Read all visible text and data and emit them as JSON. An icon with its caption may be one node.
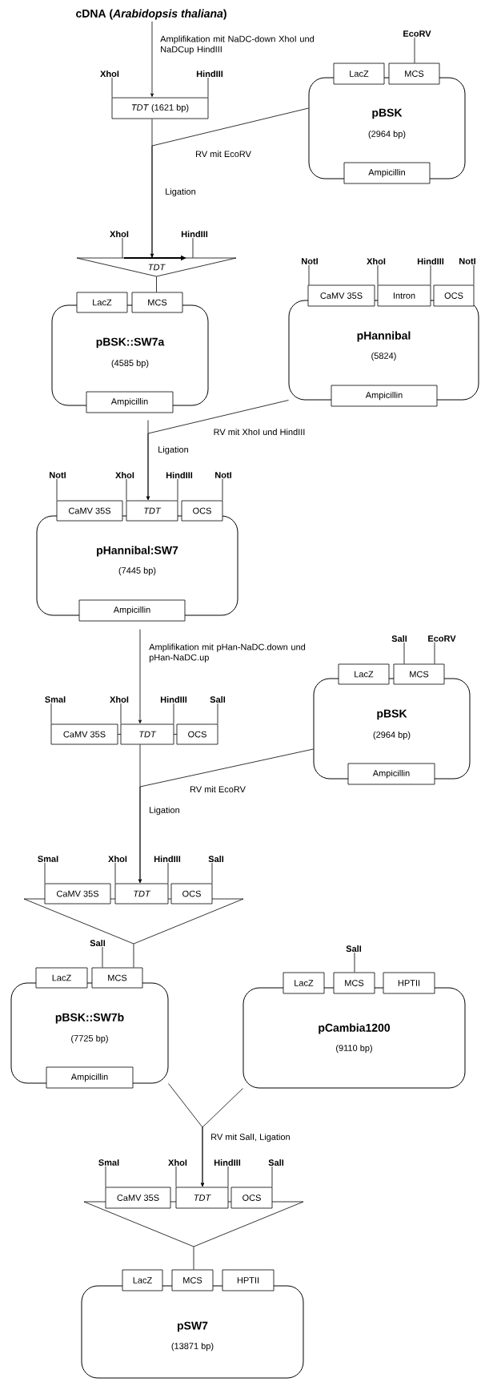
{
  "diagram": {
    "nodes": [
      {
        "text": [
          "cDNA (*Arabidopsis thaliana*)"
        ]
      },
      {
        "text": [
          "*TDT* (1621 bp)"
        ]
      },
      {
        "text": [
          "pBSK",
          "(2964 bp)"
        ]
      },
      {
        "text": [
          "LacZ"
        ]
      },
      {
        "text": [
          "MCS"
        ]
      },
      {
        "text": [
          "Ampicillin"
        ]
      },
      {
        "text": [
          "TDT"
        ]
      },
      {
        "text": [
          "pBSK::SW7a",
          "(4585 bp)"
        ]
      },
      {
        "text": [
          "LacZ"
        ]
      },
      {
        "text": [
          "MCS"
        ]
      },
      {
        "text": [
          "Ampicillin"
        ]
      },
      {
        "text": [
          "pHannibal",
          "(5824)"
        ]
      },
      {
        "text": [
          "CaMV 35S"
        ]
      },
      {
        "text": [
          "Intron"
        ]
      },
      {
        "text": [
          "OCS"
        ]
      },
      {
        "text": [
          "Ampicillin"
        ]
      },
      {
        "text": [
          "pHannibal:SW7",
          "(7445 bp)"
        ]
      },
      {
        "text": [
          "CaMV 35S"
        ]
      },
      {
        "text": [
          "TDT"
        ]
      },
      {
        "text": [
          "OCS"
        ]
      },
      {
        "text": [
          "Ampicillin"
        ]
      },
      {
        "text": [
          "CaMV 35S"
        ]
      },
      {
        "text": [
          "TDT"
        ]
      },
      {
        "text": [
          "OCS"
        ]
      },
      {
        "text": [
          "pBSK",
          "(2964 bp)"
        ]
      },
      {
        "text": [
          "LacZ"
        ]
      },
      {
        "text": [
          "MCS"
        ]
      },
      {
        "text": [
          "Ampicillin"
        ]
      },
      {
        "text": [],
        "shape": "triangle"
      },
      {
        "text": [
          "CaMV 35S"
        ]
      },
      {
        "text": [
          "TDT"
        ]
      },
      {
        "text": [
          "OCS"
        ]
      },
      {
        "text": [
          "pBSK::SW7b",
          "(7725 bp)"
        ]
      },
      {
        "text": [
          "LacZ"
        ]
      },
      {
        "text": [
          "MCS"
        ]
      },
      {
        "text": [
          "Ampicillin"
        ]
      },
      {
        "text": [
          "pCambia1200",
          "(9110 bp)"
        ]
      },
      {
        "text": [
          "LacZ"
        ]
      },
      {
        "text": [
          "MCS"
        ]
      },
      {
        "text": [
          "HPTII"
        ]
      },
      {
        "text": [],
        "shape": "triangle"
      },
      {
        "text": [
          "CaMV 35S"
        ]
      },
      {
        "text": [
          "TDT"
        ]
      },
      {
        "text": [
          "OCS"
        ]
      },
      {
        "text": [
          "pSW7",
          "(13871 bp)"
        ]
      },
      {
        "text": [
          "LacZ"
        ]
      },
      {
        "text": [
          "MCS"
        ]
      },
      {
        "text": [
          "HPTII"
        ]
      },
      {
        "text": [
          "EcoRV"
        ]
      },
      {
        "text": [
          "XhoI"
        ]
      },
      {
        "text": [
          "HindIII"
        ]
      },
      {
        "text": [
          "XhoI"
        ]
      },
      {
        "text": [
          "HindIII"
        ]
      },
      {
        "text": [
          "NotI"
        ]
      },
      {
        "text": [
          "XhoI"
        ]
      },
      {
        "text": [
          "HindIII"
        ]
      },
      {
        "text": [
          "NotI"
        ]
      },
      {
        "text": [
          "NotI"
        ]
      },
      {
        "text": [
          "XhoI"
        ]
      },
      {
        "text": [
          "HindIII"
        ]
      },
      {
        "text": [
          "NotI"
        ]
      },
      {
        "text": [
          "SalI"
        ]
      },
      {
        "text": [
          "EcoRV"
        ]
      },
      {
        "text": [
          "SmaI"
        ]
      },
      {
        "text": [
          "XhoI"
        ]
      },
      {
        "text": [
          "HindIII"
        ]
      },
      {
        "text": [
          "SalI"
        ]
      },
      {
        "text": [
          "SmaI"
        ]
      },
      {
        "text": [
          "XhoI"
        ]
      },
      {
        "text": [
          "HindIII"
        ]
      },
      {
        "text": [
          "SalI"
        ]
      },
      {
        "text": [
          "SalI"
        ]
      },
      {
        "text": [
          "SalI"
        ]
      },
      {
        "text": [
          "SmaI"
        ]
      },
      {
        "text": [
          "XhoI"
        ]
      },
      {
        "text": [
          "HindIII"
        ]
      },
      {
        "text": [
          "SalI"
        ]
      }
    ],
    "edges": [
      {
        "from": 0,
        "to": 1,
        "arrow": "to",
        "label": "Amplifikation mit NaDC-down XhoI und NaDCup HindIII"
      },
      {
        "from": 1,
        "to": 6,
        "arrow": "to",
        "label": "Ligation"
      },
      {
        "from": 2,
        "to": 6,
        "arrow": "to",
        "label": "RV mit EcoRV"
      },
      {
        "from": 6,
        "to": 9,
        "arrow": "none"
      },
      {
        "from": 7,
        "to": 18,
        "arrow": "to",
        "label": "Ligation"
      },
      {
        "from": 11,
        "to": 18,
        "arrow": "to",
        "label": "RV mit XhoI und HindIII"
      },
      {
        "from": 16,
        "to": 22,
        "arrow": "to",
        "label": "Amplifikation mit pHan-NaDC.down und pHan-NaDC.up"
      },
      {
        "from": 22,
        "to": 30,
        "arrow": "to",
        "label": "Ligation"
      },
      {
        "from": 24,
        "to": 30,
        "arrow": "to",
        "label": "RV mit EcoRV"
      },
      {
        "from": 28,
        "to": 34,
        "arrow": "none"
      },
      {
        "from": 32,
        "to": 42,
        "arrow": "to",
        "label": "RV mit SalI, Ligation"
      },
      {
        "from": 36,
        "to": 42,
        "arrow": "to"
      },
      {
        "from": 40,
        "to": 46,
        "arrow": "none"
      },
      {
        "from": 48,
        "to": 4,
        "arrow": "none"
      },
      {
        "from": 49,
        "to": 1,
        "arrow": "none"
      },
      {
        "from": 50,
        "to": 1,
        "arrow": "none"
      },
      {
        "from": 51,
        "to": 6,
        "arrow": "none"
      },
      {
        "from": 52,
        "to": 6,
        "arrow": "none"
      },
      {
        "from": 53,
        "to": 12,
        "arrow": "none"
      },
      {
        "from": 54,
        "to": 13,
        "arrow": "none"
      },
      {
        "from": 55,
        "to": 13,
        "arrow": "none"
      },
      {
        "from": 56,
        "to": 14,
        "arrow": "none"
      },
      {
        "from": 57,
        "to": 17,
        "arrow": "none"
      },
      {
        "from": 58,
        "to": 18,
        "arrow": "none"
      },
      {
        "from": 59,
        "to": 18,
        "arrow": "none"
      },
      {
        "from": 60,
        "to": 19,
        "arrow": "none"
      },
      {
        "from": 61,
        "to": 26,
        "arrow": "none"
      },
      {
        "from": 62,
        "to": 26,
        "arrow": "none"
      },
      {
        "from": 63,
        "to": 21,
        "arrow": "none"
      },
      {
        "from": 64,
        "to": 22,
        "arrow": "none"
      },
      {
        "from": 65,
        "to": 22,
        "arrow": "none"
      },
      {
        "from": 66,
        "to": 23,
        "arrow": "none"
      },
      {
        "from": 67,
        "to": 29,
        "arrow": "none"
      },
      {
        "from": 68,
        "to": 30,
        "arrow": "none"
      },
      {
        "from": 69,
        "to": 30,
        "arrow": "none"
      },
      {
        "from": 70,
        "to": 31,
        "arrow": "none"
      },
      {
        "from": 71,
        "to": 34,
        "arrow": "none"
      },
      {
        "from": 72,
        "to": 38,
        "arrow": "none"
      },
      {
        "from": 73,
        "to": 41,
        "arrow": "none"
      },
      {
        "from": 74,
        "to": 42,
        "arrow": "none"
      },
      {
        "from": 75,
        "to": 42,
        "arrow": "none"
      },
      {
        "from": 76,
        "to": 43,
        "arrow": "none"
      }
    ]
  }
}
